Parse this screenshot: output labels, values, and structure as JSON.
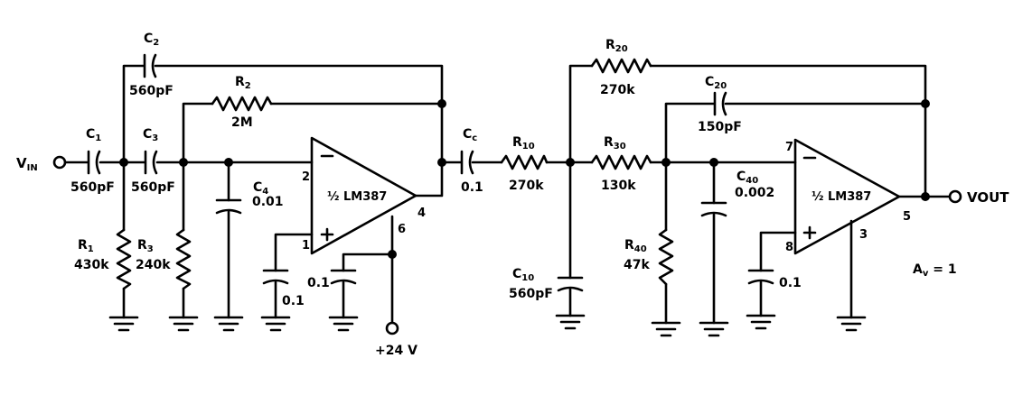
{
  "input": {
    "label": "V",
    "sub": "IN"
  },
  "output": {
    "label": "VOUT"
  },
  "gain": {
    "label": "A",
    "sub": "v",
    "value": " = 1"
  },
  "supply": {
    "label": "+24 V"
  },
  "opamps": [
    {
      "label": "½ LM387",
      "pin_inv": "2",
      "pin_noninv": "1",
      "pin_out": "4",
      "pin_supply": "6"
    },
    {
      "label": "½ LM387",
      "pin_inv": "7",
      "pin_noninv": "8",
      "pin_out": "5",
      "pin_ground": "3"
    }
  ],
  "components": {
    "C1": {
      "name": "C",
      "sub": "1",
      "value": "560pF"
    },
    "C2": {
      "name": "C",
      "sub": "2",
      "value": "560pF"
    },
    "C3": {
      "name": "C",
      "sub": "3",
      "value": "560pF"
    },
    "C4": {
      "name": "C",
      "sub": "4",
      "value": "0.01"
    },
    "R1": {
      "name": "R",
      "sub": "1",
      "value": "430k"
    },
    "R2": {
      "name": "R",
      "sub": "2",
      "value": "2M"
    },
    "R3": {
      "name": "R",
      "sub": "3",
      "value": "240k"
    },
    "Cc": {
      "name": "C",
      "sub": "c",
      "value": "0.1"
    },
    "R10": {
      "name": "R",
      "sub": "10",
      "value": "270k"
    },
    "R20": {
      "name": "R",
      "sub": "20",
      "value": "270k"
    },
    "R30": {
      "name": "R",
      "sub": "30",
      "value": "130k"
    },
    "R40": {
      "name": "R",
      "sub": "40",
      "value": "47k"
    },
    "C10": {
      "name": "C",
      "sub": "10",
      "value": "560pF"
    },
    "C20": {
      "name": "C",
      "sub": "20",
      "value": "150pF"
    },
    "C40": {
      "name": "C",
      "sub": "40",
      "value": "0.002"
    },
    "bypass1": {
      "value": "0.1"
    },
    "bypass2": {
      "value": "0.1"
    },
    "bypass3": {
      "value": "0.1"
    }
  }
}
